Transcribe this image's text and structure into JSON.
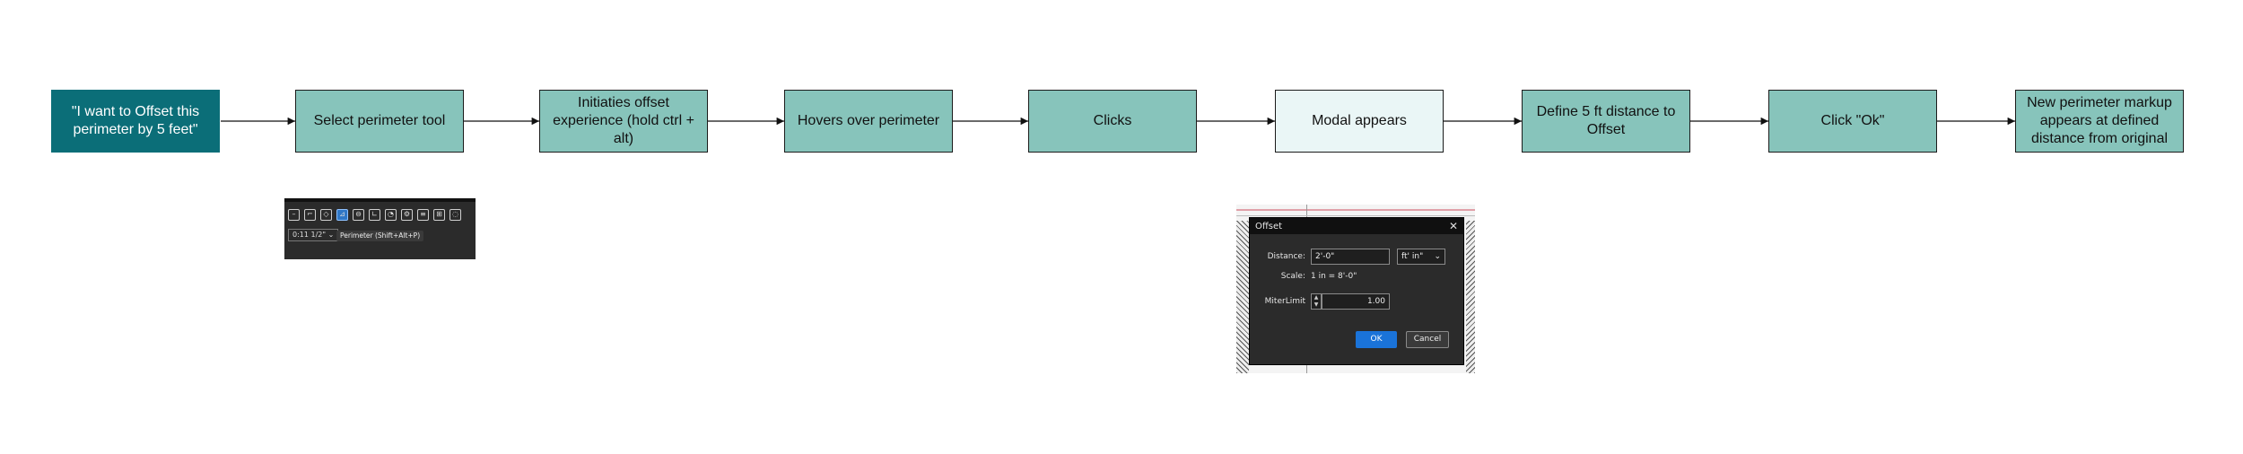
{
  "steps": [
    {
      "label": "\"I want to Offset this perimeter by 5 feet\""
    },
    {
      "label": "Select perimeter tool"
    },
    {
      "label": "Initiaties offset experience (hold ctrl + alt)"
    },
    {
      "label": "Hovers over perimeter"
    },
    {
      "label": "Clicks"
    },
    {
      "label": "Modal appears"
    },
    {
      "label": "Define 5 ft distance to Offset"
    },
    {
      "label": "Click \"Ok\""
    },
    {
      "label": "New perimeter markup appears at defined distance from original"
    }
  ],
  "toolbar": {
    "scale_value": "0:11 1/2\"",
    "tooltip": "Perimeter (Shift+Alt+P)"
  },
  "modal": {
    "title": "Offset",
    "distance_label": "Distance:",
    "distance_value": "2'-0\"",
    "unit_value": "ft' in\"",
    "scale_label": "Scale:",
    "scale_value": "1 in = 8'-0\"",
    "miter_label": "MiterLimit",
    "miter_value": "1.00",
    "ok_label": "OK",
    "cancel_label": "Cancel"
  },
  "colors": {
    "start_node": "#0b6e78",
    "step_node": "#87c4bb",
    "modal_node": "#eaf6f6",
    "ok_button": "#1a73d9"
  }
}
